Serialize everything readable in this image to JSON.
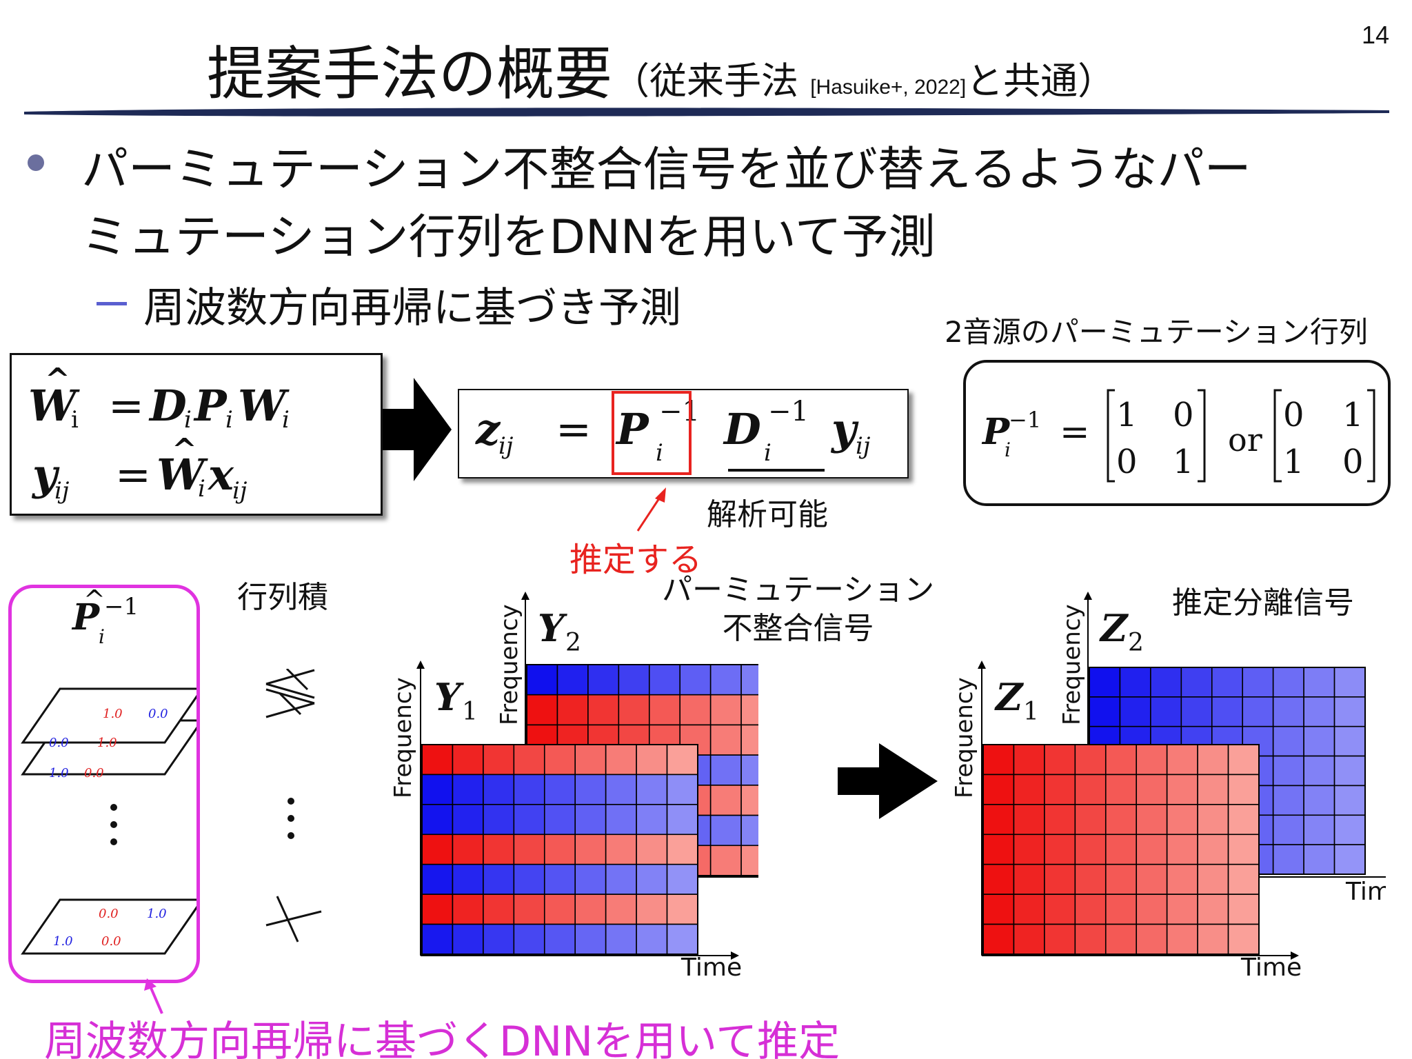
{
  "page_number": "14",
  "title": {
    "main": "提案手法の概要",
    "sub_open": "（従来手法 ",
    "citation": "[Hasuike+, 2022]",
    "sub_close": "と共通）"
  },
  "bullet": {
    "line1": "パーミュテーション不整合信号を並び替えるようなパー",
    "line2": "ミュテーション行列をDNNを用いて予測",
    "sub": "周波数方向再帰に基づき予測"
  },
  "equations": {
    "box1_line1": "Ŵi = Di Pi Wi",
    "box1_line2": "yij = Ŵi xij",
    "box2": "zij = Pi^-1 Di^-1 yij",
    "perm": "Pi^-1 = [[1,0],[0,1]] or [[0,1],[1,0]]",
    "or": "or"
  },
  "labels": {
    "perm_title": "2音源のパーミュテーション行列",
    "analyzable": "解析可能",
    "estimate": "推定する",
    "matrix_product": "行列積",
    "mismatched": "パーミュテーション\n不整合信号",
    "separated": "推定分離信号",
    "frequency": "Frequency",
    "time": "Time",
    "bottom_caption": "周波数方向再帰に基づくDNNを用いて推定",
    "plane_values_top_front": [
      "1.0",
      "0.0",
      "0.0",
      "1.0"
    ],
    "plane_values_top_back": [
      "0.0",
      "1.0",
      "1.0",
      "0.0"
    ],
    "plane_values_bottom": [
      "0.0",
      "1.0",
      "1.0",
      "0.0"
    ],
    "vdots": "⋮"
  },
  "spectrogram_symbols": {
    "y1": "Y1",
    "y2": "Y2",
    "z1": "Z1",
    "z2": "Z2"
  },
  "colors": {
    "accent_red": "#e8231f",
    "magenta": "#e033e0",
    "bullet_dot": "#6b6f9e",
    "dash": "#5a5fd0",
    "spec_red": "#e02020",
    "spec_blue": "#2020e0",
    "caption_magenta": "#d62fd6"
  }
}
